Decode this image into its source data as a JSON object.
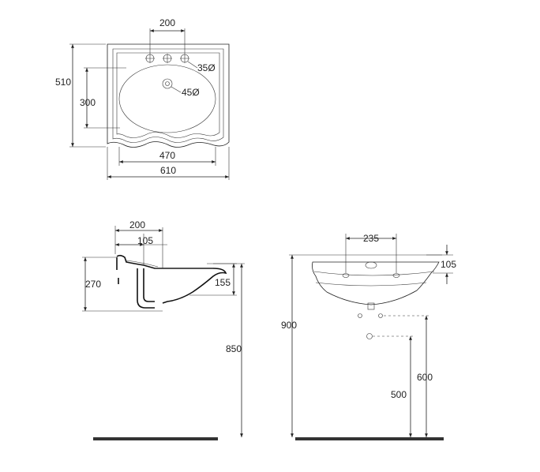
{
  "top_view": {
    "overall_width": "610",
    "bowl_width": "470",
    "overall_depth": "510",
    "bowl_depth": "300",
    "tap_spacing": "200",
    "tap_hole": "35Ø",
    "drain_hole": "45Ø"
  },
  "side_view": {
    "back_to_tap": "200",
    "back_to_drain": "105",
    "basin_height": "270",
    "bowl_depth": "155",
    "rim_height": "850"
  },
  "front_view": {
    "tap_spacing": "235",
    "rim_thickness": "105",
    "rim_height": "900",
    "supply_height": "600",
    "waste_height": "500"
  },
  "colors": {
    "line": "#222222",
    "floor": "#333333"
  }
}
